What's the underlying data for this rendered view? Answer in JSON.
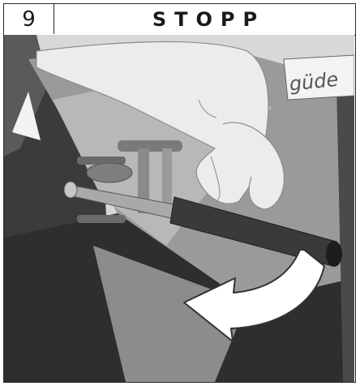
{
  "step": {
    "number": "9",
    "title": "STOPP"
  },
  "illustration": {
    "brand_plate_text": "güde",
    "icon_names": [
      "hand-icon",
      "lever-handle-icon",
      "rotation-arrow-icon"
    ]
  },
  "colors": {
    "border": "#2a2a2a",
    "machine_dark": "#3a3a3a",
    "machine_mid": "#8a8a8a",
    "machine_light": "#b5b5b5",
    "hand": "#ececec",
    "arrow": "#ffffff"
  }
}
